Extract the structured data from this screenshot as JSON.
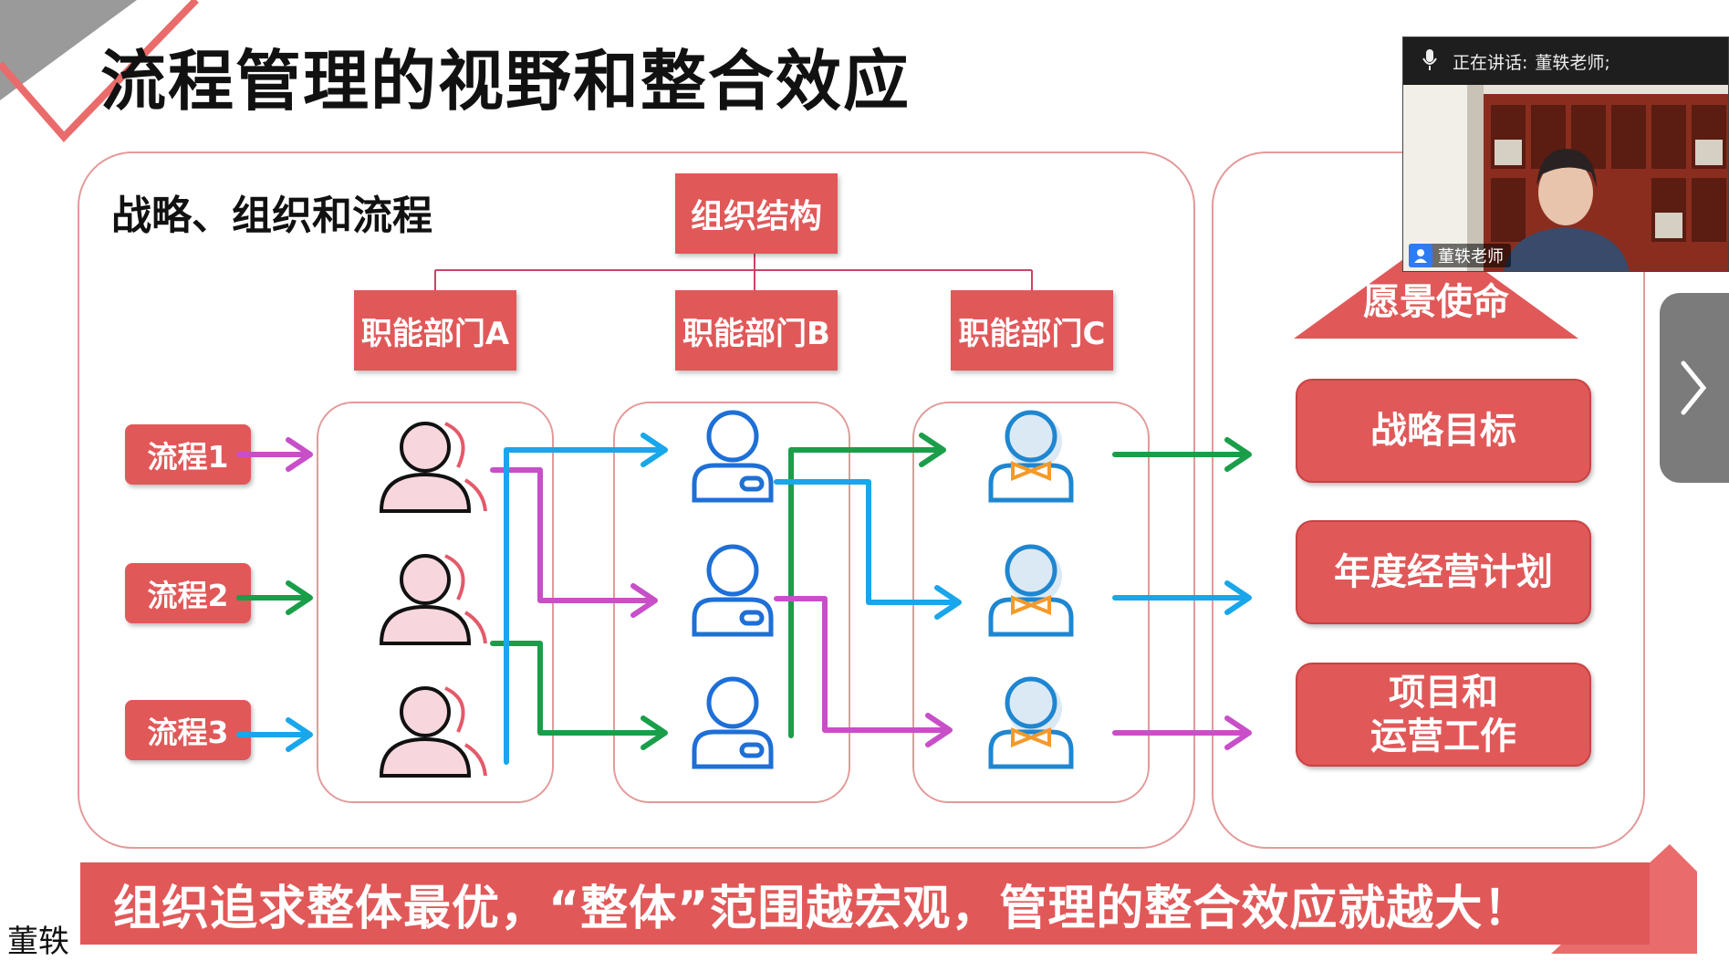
{
  "slide": {
    "title": "流程管理的视野和整合效应",
    "section_title": "战略、组织和流程",
    "org_structure": "组织结构",
    "departments": [
      "职能部门A",
      "职能部门B",
      "职能部门C"
    ],
    "processes": [
      "流程1",
      "流程2",
      "流程3"
    ],
    "vision": "愿景使命",
    "goals": [
      "战略目标",
      "年度经营计划",
      "项目和\n运营工作"
    ],
    "banner": "组织追求整体最优，“整体”范围越宏观，管理的整合效应就越大！",
    "signature": "董轶"
  },
  "colors": {
    "accent_red": "#e15859",
    "panel_border": "#e39a9a",
    "magenta": "#c84fc8",
    "green": "#1a9e4a",
    "blue": "#19a6ea",
    "person_a": "#f7d7dd",
    "person_b": "#1e6fd6",
    "bowtie": "#f39a2b"
  },
  "meeting": {
    "speaking_label": "正在讲话:",
    "speaker": "董轶老师;",
    "participant_name": "董轶老师",
    "icons": [
      "microphone-icon",
      "user-icon",
      "next-slide-icon"
    ]
  }
}
